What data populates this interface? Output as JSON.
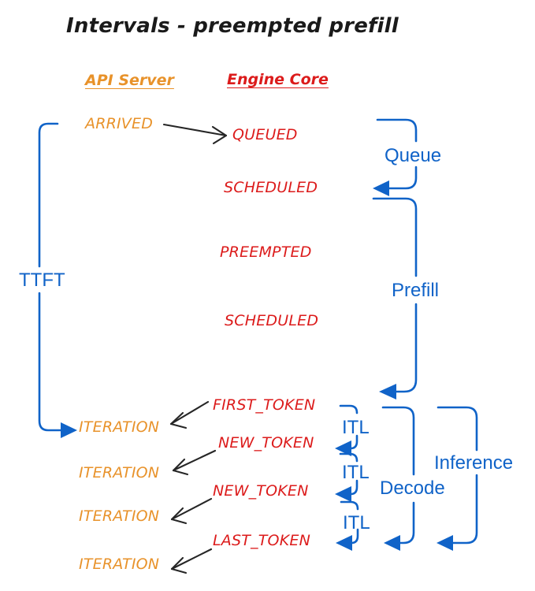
{
  "title": "Intervals - preempted prefill",
  "columns": {
    "api_server": "API Server",
    "engine_core": "Engine Core"
  },
  "events": {
    "arrived": "ARRIVED",
    "queued": "QUEUED",
    "scheduled_1": "SCHEDULED",
    "preempted": "PREEMPTED",
    "scheduled_2": "SCHEDULED",
    "first_token": "FIRST_TOKEN",
    "new_token_1": "NEW_TOKEN",
    "new_token_2": "NEW_TOKEN",
    "last_token": "LAST_TOKEN",
    "iteration_1": "ITERATION",
    "iteration_2": "ITERATION",
    "iteration_3": "ITERATION",
    "iteration_4": "ITERATION"
  },
  "intervals": {
    "ttft": "TTFT",
    "queue": "Queue",
    "prefill": "Prefill",
    "itl_1": "ITL",
    "itl_2": "ITL",
    "itl_3": "ITL",
    "decode": "Decode",
    "inference": "Inference"
  },
  "colors": {
    "api_server_orange": "#E8922A",
    "engine_core_red": "#DC1B1B",
    "interval_blue": "#1063C8",
    "arrow_black": "#262626",
    "background": "#FFFFFF"
  }
}
